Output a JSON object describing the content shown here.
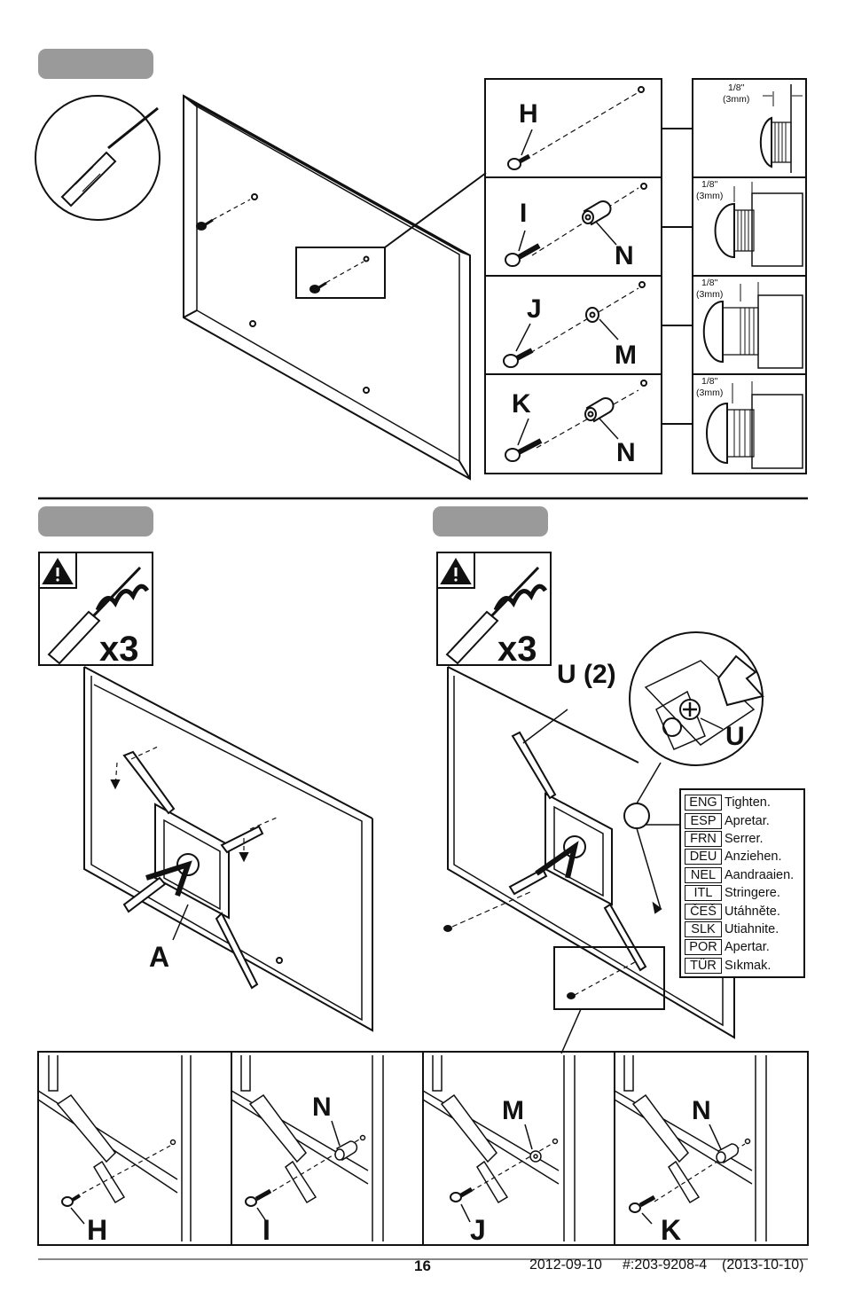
{
  "step1": {
    "part_labels": [
      "H",
      "I",
      "N",
      "J",
      "M",
      "K",
      "N"
    ],
    "dimension": {
      "value": "1/8\"",
      "metric": "(3mm)"
    }
  },
  "step2": {
    "quantity": "x3",
    "part_label": "A"
  },
  "step3": {
    "quantity": "x3",
    "callout_label": "U (2)",
    "detail_label": "U",
    "languages": [
      {
        "code": "ENG",
        "text": "Tighten."
      },
      {
        "code": "ESP",
        "text": "Apretar."
      },
      {
        "code": "FRN",
        "text": "Serrer."
      },
      {
        "code": "DEU",
        "text": "Anziehen."
      },
      {
        "code": "NEL",
        "text": "Aandraaien."
      },
      {
        "code": "ITL",
        "text": "Stringere."
      },
      {
        "code": "ČEŠ",
        "text": "Utáhněte."
      },
      {
        "code": "SLK",
        "text": "Utiahnite."
      },
      {
        "code": "POR",
        "text": "Apertar."
      },
      {
        "code": "TÜR",
        "text": "Sıkmak."
      }
    ]
  },
  "bottom_panels": [
    {
      "screw": "H",
      "spacer": ""
    },
    {
      "screw": "I",
      "spacer": "N"
    },
    {
      "screw": "J",
      "spacer": "M"
    },
    {
      "screw": "K",
      "spacer": "N"
    }
  ],
  "footer": {
    "page_number": "16",
    "date": "2012-09-10",
    "doc_number": "#:203-9208-4",
    "revision": "(2013-10-10)"
  }
}
